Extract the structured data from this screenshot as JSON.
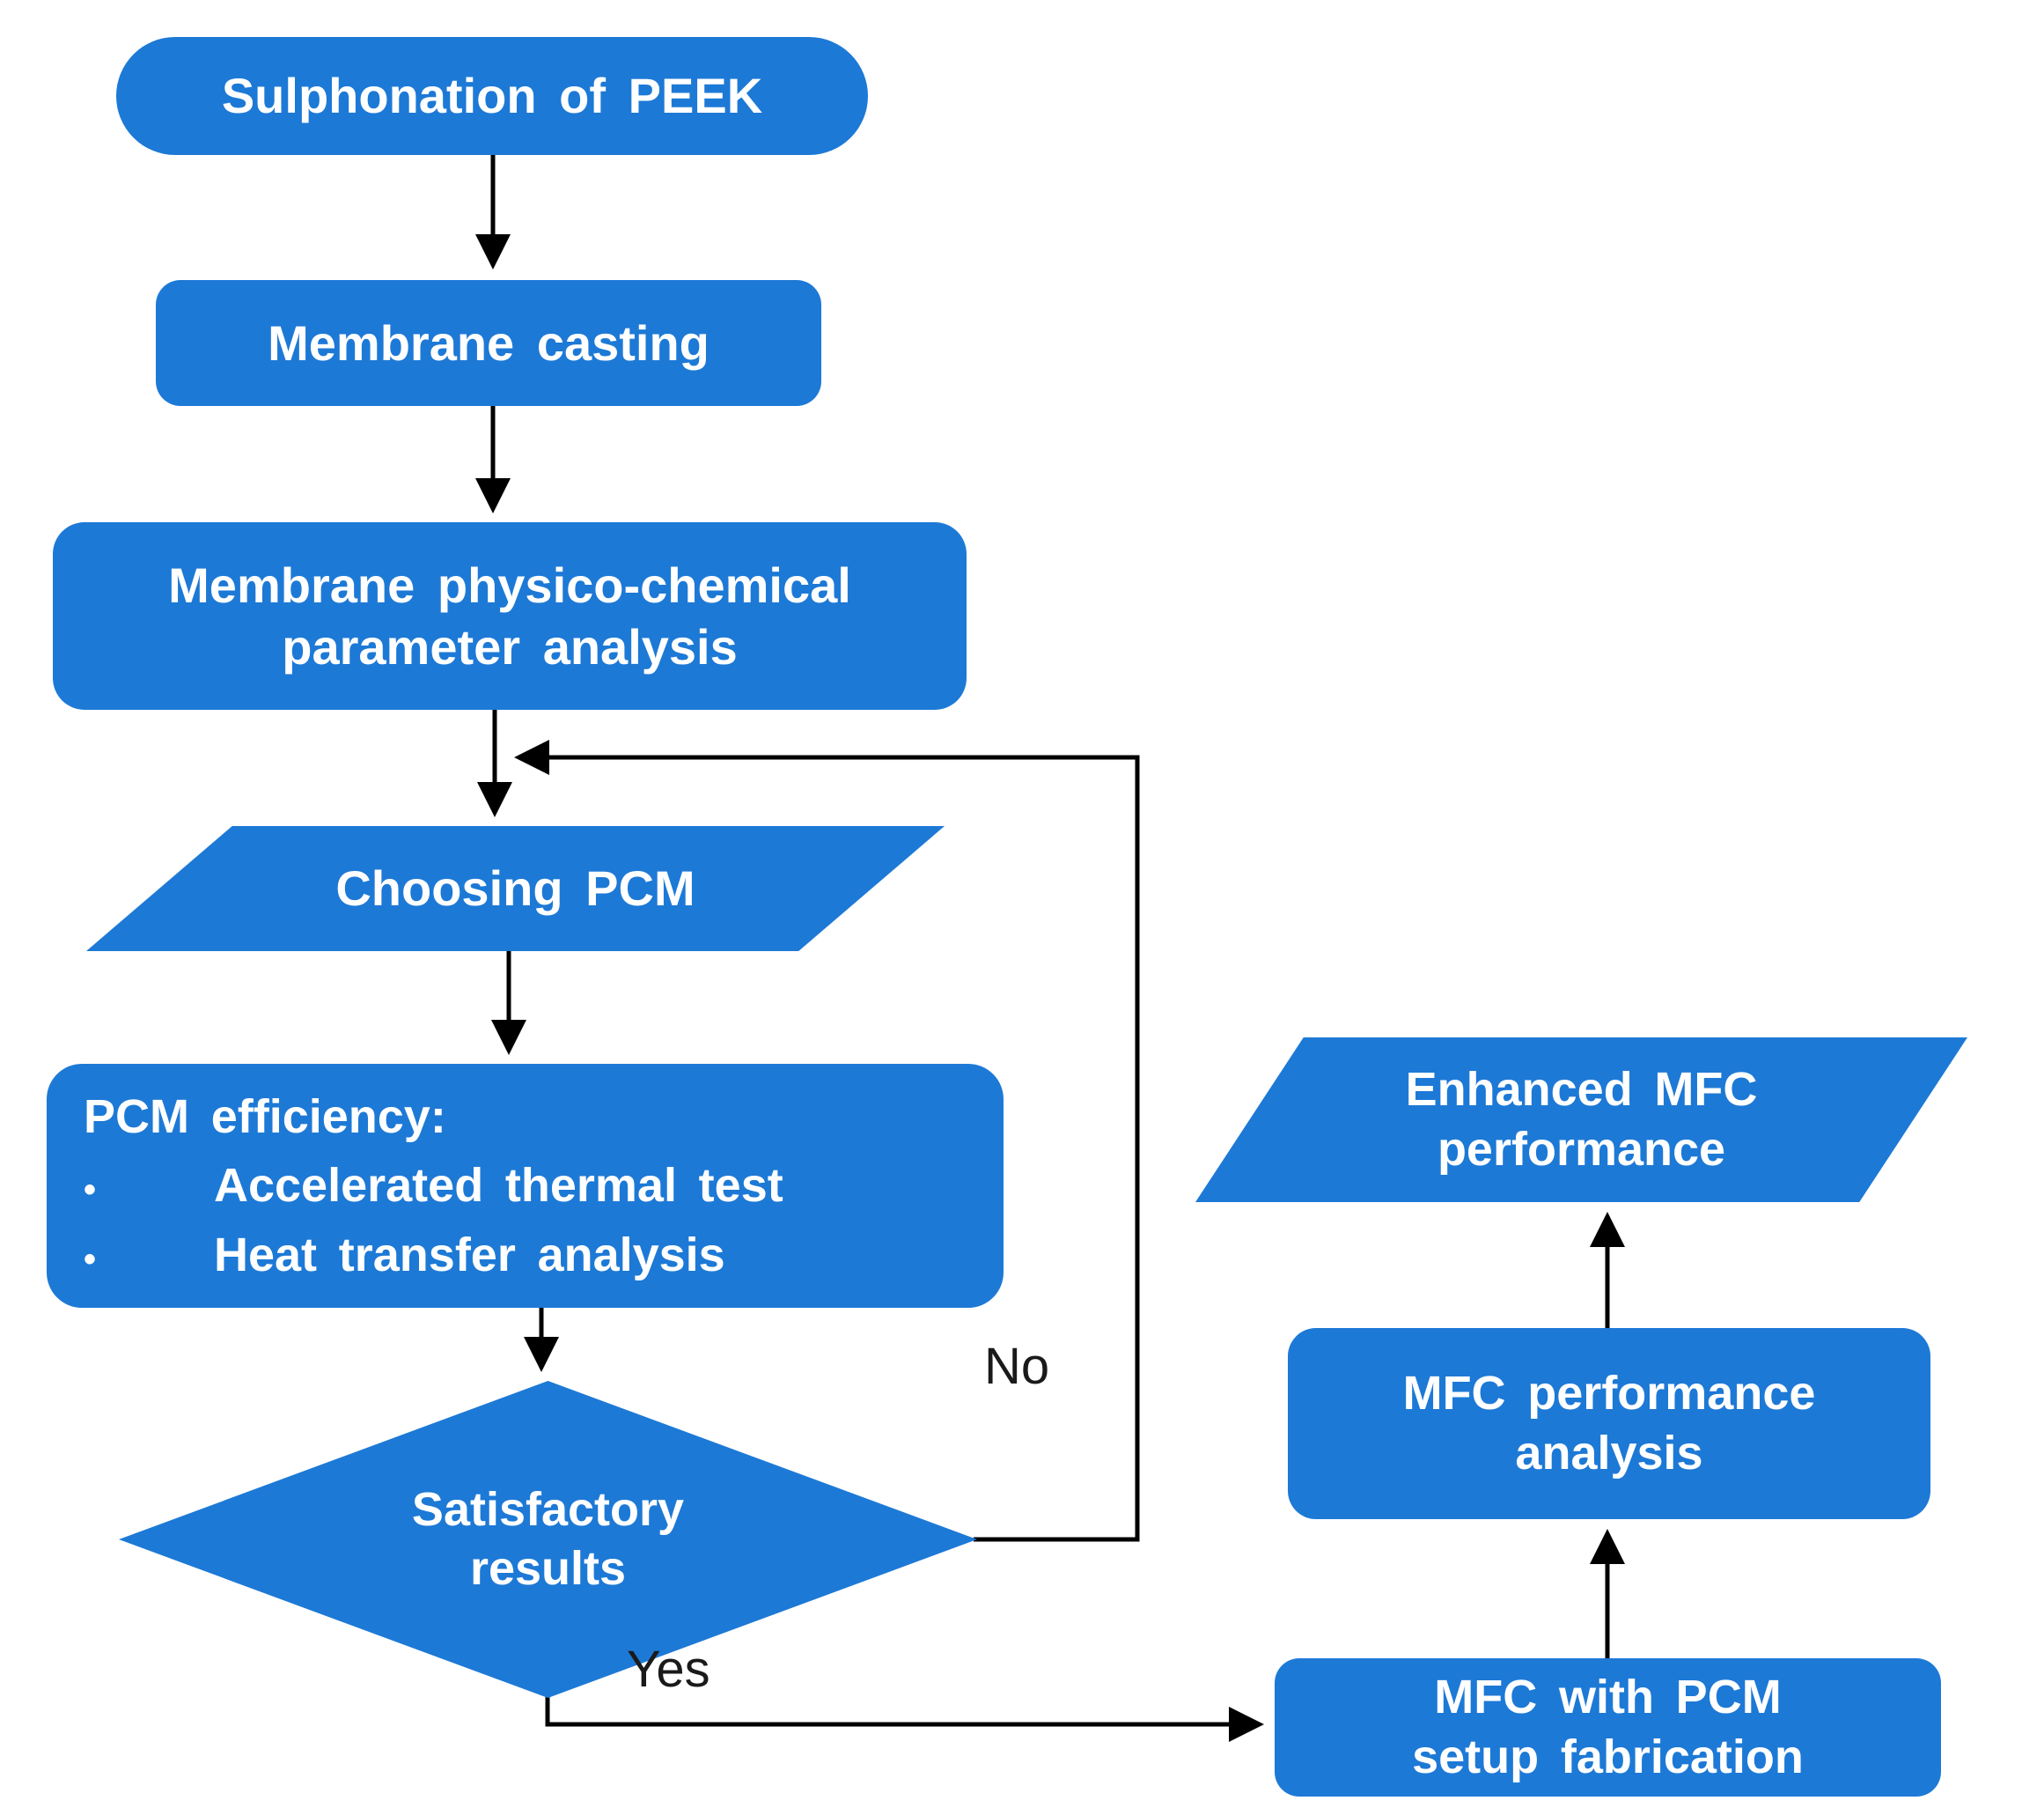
{
  "diagram": {
    "title": "MFC membrane and PCM development flowchart",
    "nodes": {
      "sulphonation": {
        "label": "Sulphonation of PEEK"
      },
      "casting": {
        "label": "Membrane casting"
      },
      "physico": {
        "label": "Membrane physico-chemical\nparameter analysis"
      },
      "choosing_pcm": {
        "label": "Choosing PCM"
      },
      "pcm_efficiency": {
        "title": "PCM efficiency:",
        "bullets": [
          "Accelerated thermal test",
          "Heat transfer analysis"
        ]
      },
      "satisfactory": {
        "label": "Satisfactory\nresults"
      },
      "mfc_setup": {
        "label": "MFC with PCM\nsetup fabrication"
      },
      "mfc_analysis": {
        "label": "MFC performance\nanalysis"
      },
      "enhanced_mfc": {
        "label": "Enhanced MFC\nperformance"
      }
    },
    "edge_labels": {
      "no": "No",
      "yes": "Yes"
    },
    "colors": {
      "node_fill": "#1d79d6",
      "node_text": "#ffffff",
      "arrow": "#000000",
      "background": "#ffffff"
    }
  }
}
